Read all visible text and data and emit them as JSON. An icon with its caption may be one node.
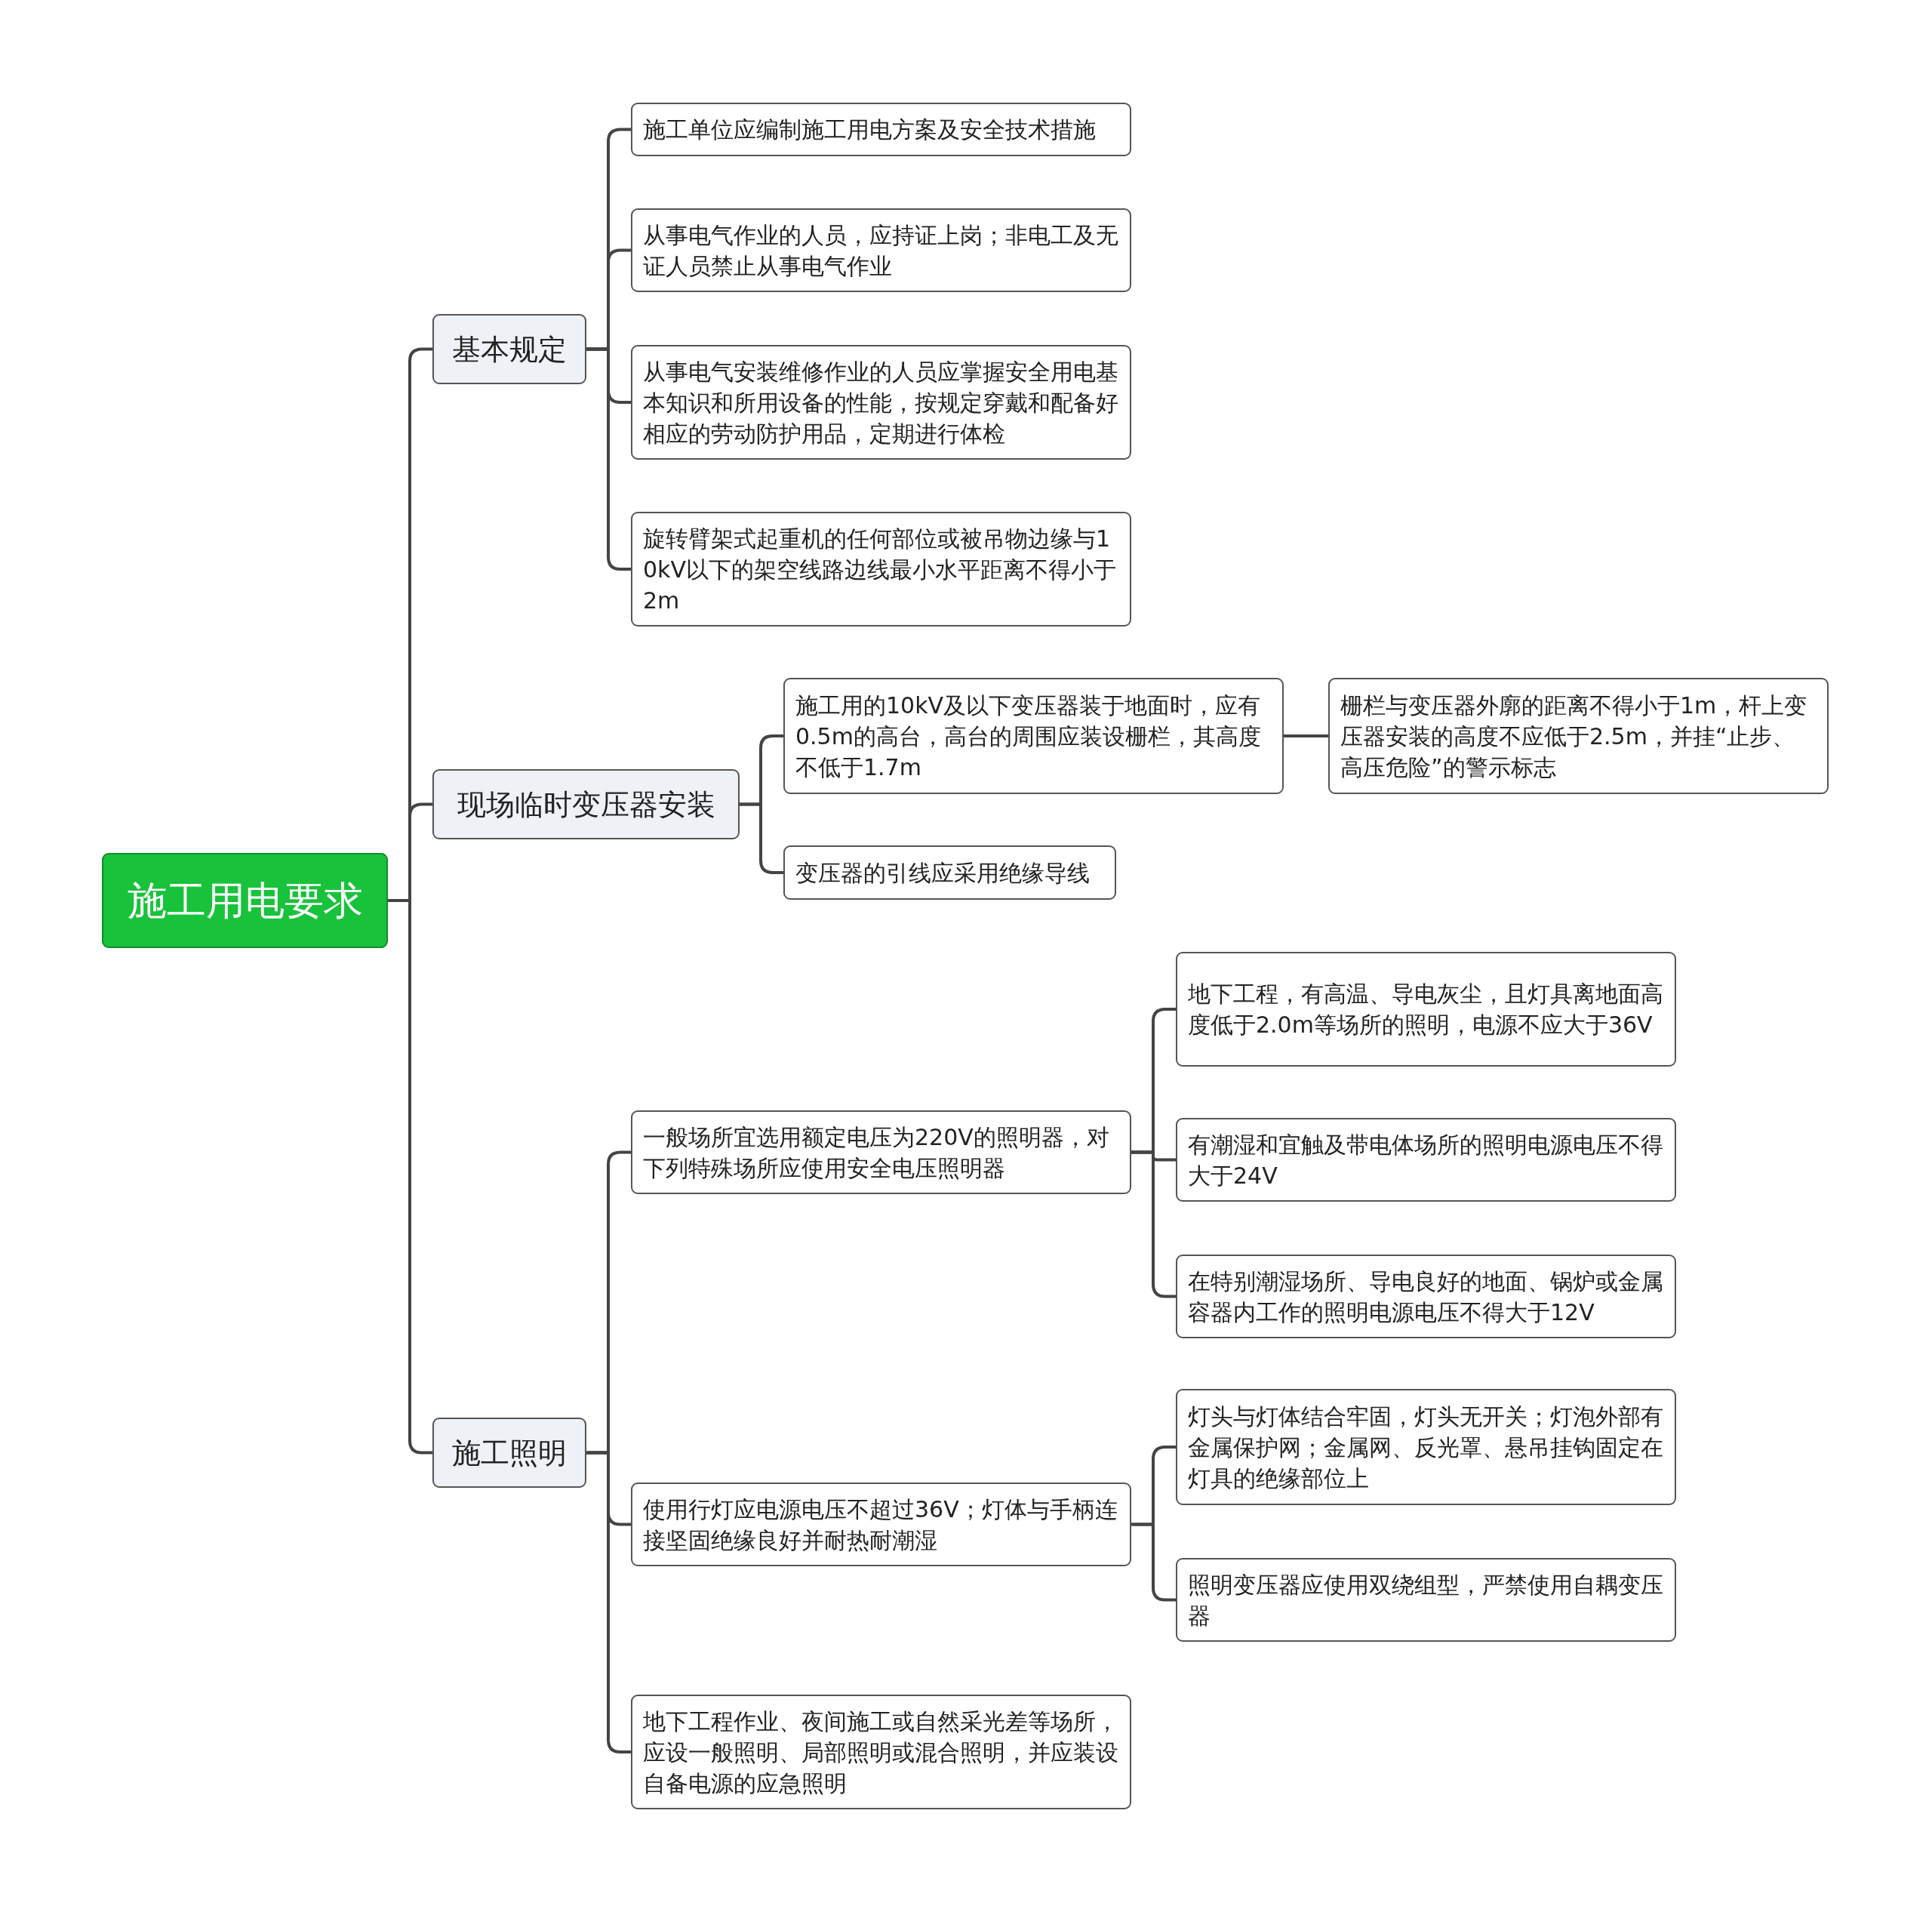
{
  "diagram": {
    "nodes": [
      {
        "text": [
          "施工用电要求"
        ]
      },
      {
        "text": [
          "基本规定"
        ]
      },
      {
        "text": [
          "现场临时变压器安装"
        ]
      },
      {
        "text": [
          "施工照明"
        ]
      },
      {
        "text": [
          "施工单位应编制施工用电方案及安全技术措施"
        ]
      },
      {
        "text": [
          "从事电气作业的人员，应持证上岗；非电工及无证人员禁止从事电气作业"
        ]
      },
      {
        "text": [
          "从事电气安装维修作业的人员应掌握安全用电基本知识和所用设备的性能，按规定穿戴和配备好相应的劳动防护用品，定期进行体检"
        ]
      },
      {
        "text": [
          "旋转臂架式起重机的任何部位或被吊物边缘与10kV以下的架空线路边线最小水平距离不得小于2m"
        ]
      },
      {
        "text": [
          "施工用的10kV及以下变压器装于地面时，应有0.5m的高台，高台的周围应装设栅栏，其高度不低于1.7m"
        ]
      },
      {
        "text": [
          "栅栏与变压器外廓的距离不得小于1m，杆上变压器安装的高度不应低于2.5m，并挂“止步、高压危险”的警示标志"
        ]
      },
      {
        "text": [
          "变压器的引线应采用绝缘导线"
        ]
      },
      {
        "text": [
          "一般场所宜选用额定电压为220V的照明器，对下列特殊场所应使用安全电压照明器"
        ]
      },
      {
        "text": [
          "地下工程，有高温、导电灰尘，且灯具离地面高度低于2.0m等场所的照明，电源不应大于36V"
        ]
      },
      {
        "text": [
          "有潮湿和宜触及带电体场所的照明电源电压不得大于24V"
        ]
      },
      {
        "text": [
          "在特别潮湿场所、导电良好的地面、锅炉或金属容器内工作的照明电源电压不得大于12V"
        ]
      },
      {
        "text": [
          "使用行灯应电源电压不超过36V；灯体与手柄连接坚固绝缘良好并耐热耐潮湿"
        ]
      },
      {
        "text": [
          "灯头与灯体结合牢固，灯头无开关；灯泡外部有金属保护网；金属网、反光罩、悬吊挂钩固定在灯具的绝缘部位上"
        ]
      },
      {
        "text": [
          "照明变压器应使用双绕组型，严禁使用自耦变压器"
        ]
      },
      {
        "text": [
          "地下工程作业、夜间施工或自然采光差等场所，应设一般照明、局部照明或混合照明，并应装设自备电源的应急照明"
        ]
      }
    ],
    "edges": [
      {
        "from": 0,
        "to": 1,
        "arrow": "none"
      },
      {
        "from": 0,
        "to": 2,
        "arrow": "none"
      },
      {
        "from": 0,
        "to": 3,
        "arrow": "none"
      },
      {
        "from": 1,
        "to": 4,
        "arrow": "none"
      },
      {
        "from": 1,
        "to": 5,
        "arrow": "none"
      },
      {
        "from": 1,
        "to": 6,
        "arrow": "none"
      },
      {
        "from": 1,
        "to": 7,
        "arrow": "none"
      },
      {
        "from": 2,
        "to": 8,
        "arrow": "none"
      },
      {
        "from": 8,
        "to": 9,
        "arrow": "none"
      },
      {
        "from": 2,
        "to": 10,
        "arrow": "none"
      },
      {
        "from": 3,
        "to": 11,
        "arrow": "none"
      },
      {
        "from": 11,
        "to": 12,
        "arrow": "none"
      },
      {
        "from": 11,
        "to": 13,
        "arrow": "none"
      },
      {
        "from": 11,
        "to": 14,
        "arrow": "none"
      },
      {
        "from": 3,
        "to": 15,
        "arrow": "none"
      },
      {
        "from": 15,
        "to": 16,
        "arrow": "none"
      },
      {
        "from": 15,
        "to": 17,
        "arrow": "none"
      },
      {
        "from": 3,
        "to": 18,
        "arrow": "none"
      }
    ]
  }
}
